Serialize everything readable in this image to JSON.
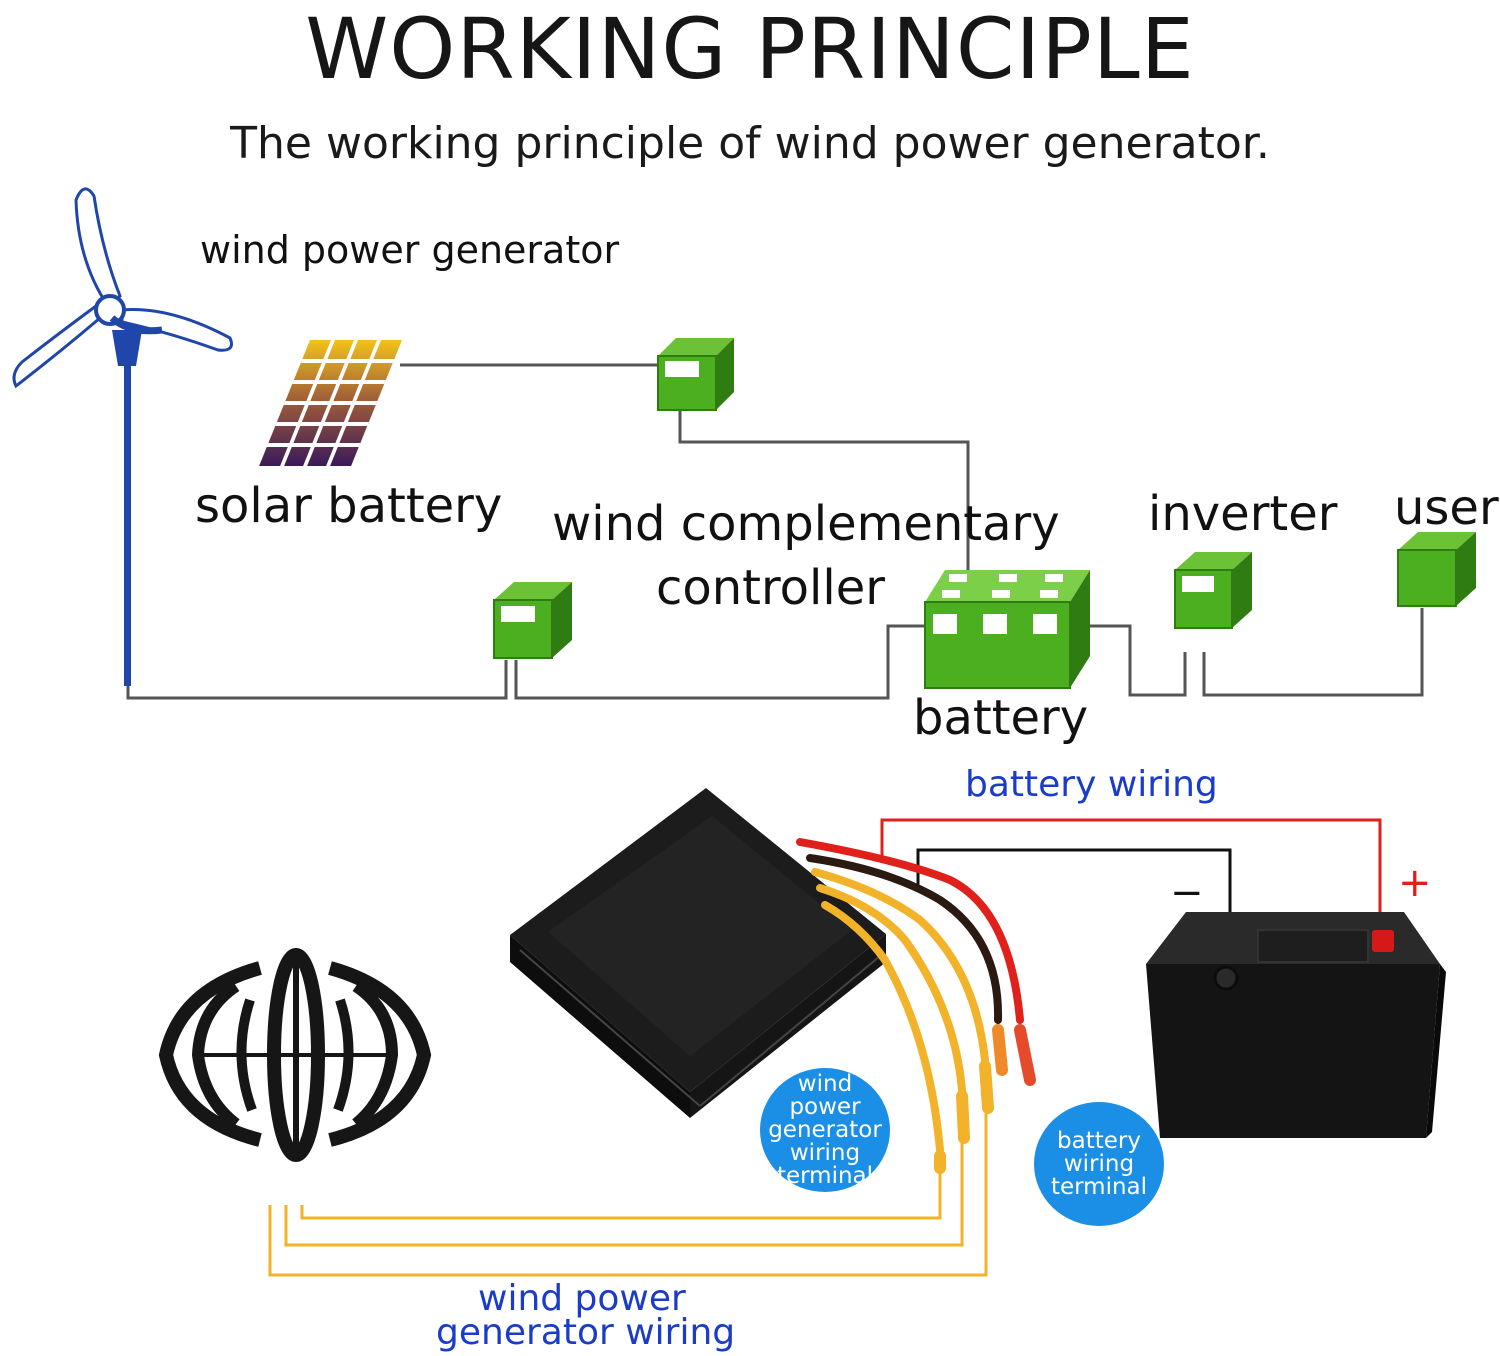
{
  "title": "WORKING PRINCIPLE",
  "subtitle": "The working principle of wind power generator.",
  "diagram": {
    "wind_generator_label": "wind power generator",
    "solar_label": "solar battery",
    "controller_label_line1": "wind complementary",
    "controller_label_line2": "controller",
    "inverter_label": "inverter",
    "user_label": "user",
    "battery_label": "battery"
  },
  "wiring": {
    "battery_wiring_label": "battery wiring",
    "minus_sign": "−",
    "plus_sign": "+",
    "generator_terminal": [
      "wind",
      "power",
      "generator",
      "wiring",
      "terminal"
    ],
    "battery_terminal": [
      "battery",
      "wiring",
      "terminal"
    ],
    "generator_wiring_line1": "wind power",
    "generator_wiring_line2": "generator wiring"
  },
  "colors": {
    "box_green": "#4caf1f",
    "box_green_dark": "#2f7d12",
    "line_gray": "#555555",
    "pole_blue": "#1f46a8",
    "label_blue": "#1a3cc8",
    "bubble_blue": "#1b8fe6",
    "wire_red": "#e0201a",
    "wire_yellow": "#f2b32a"
  }
}
